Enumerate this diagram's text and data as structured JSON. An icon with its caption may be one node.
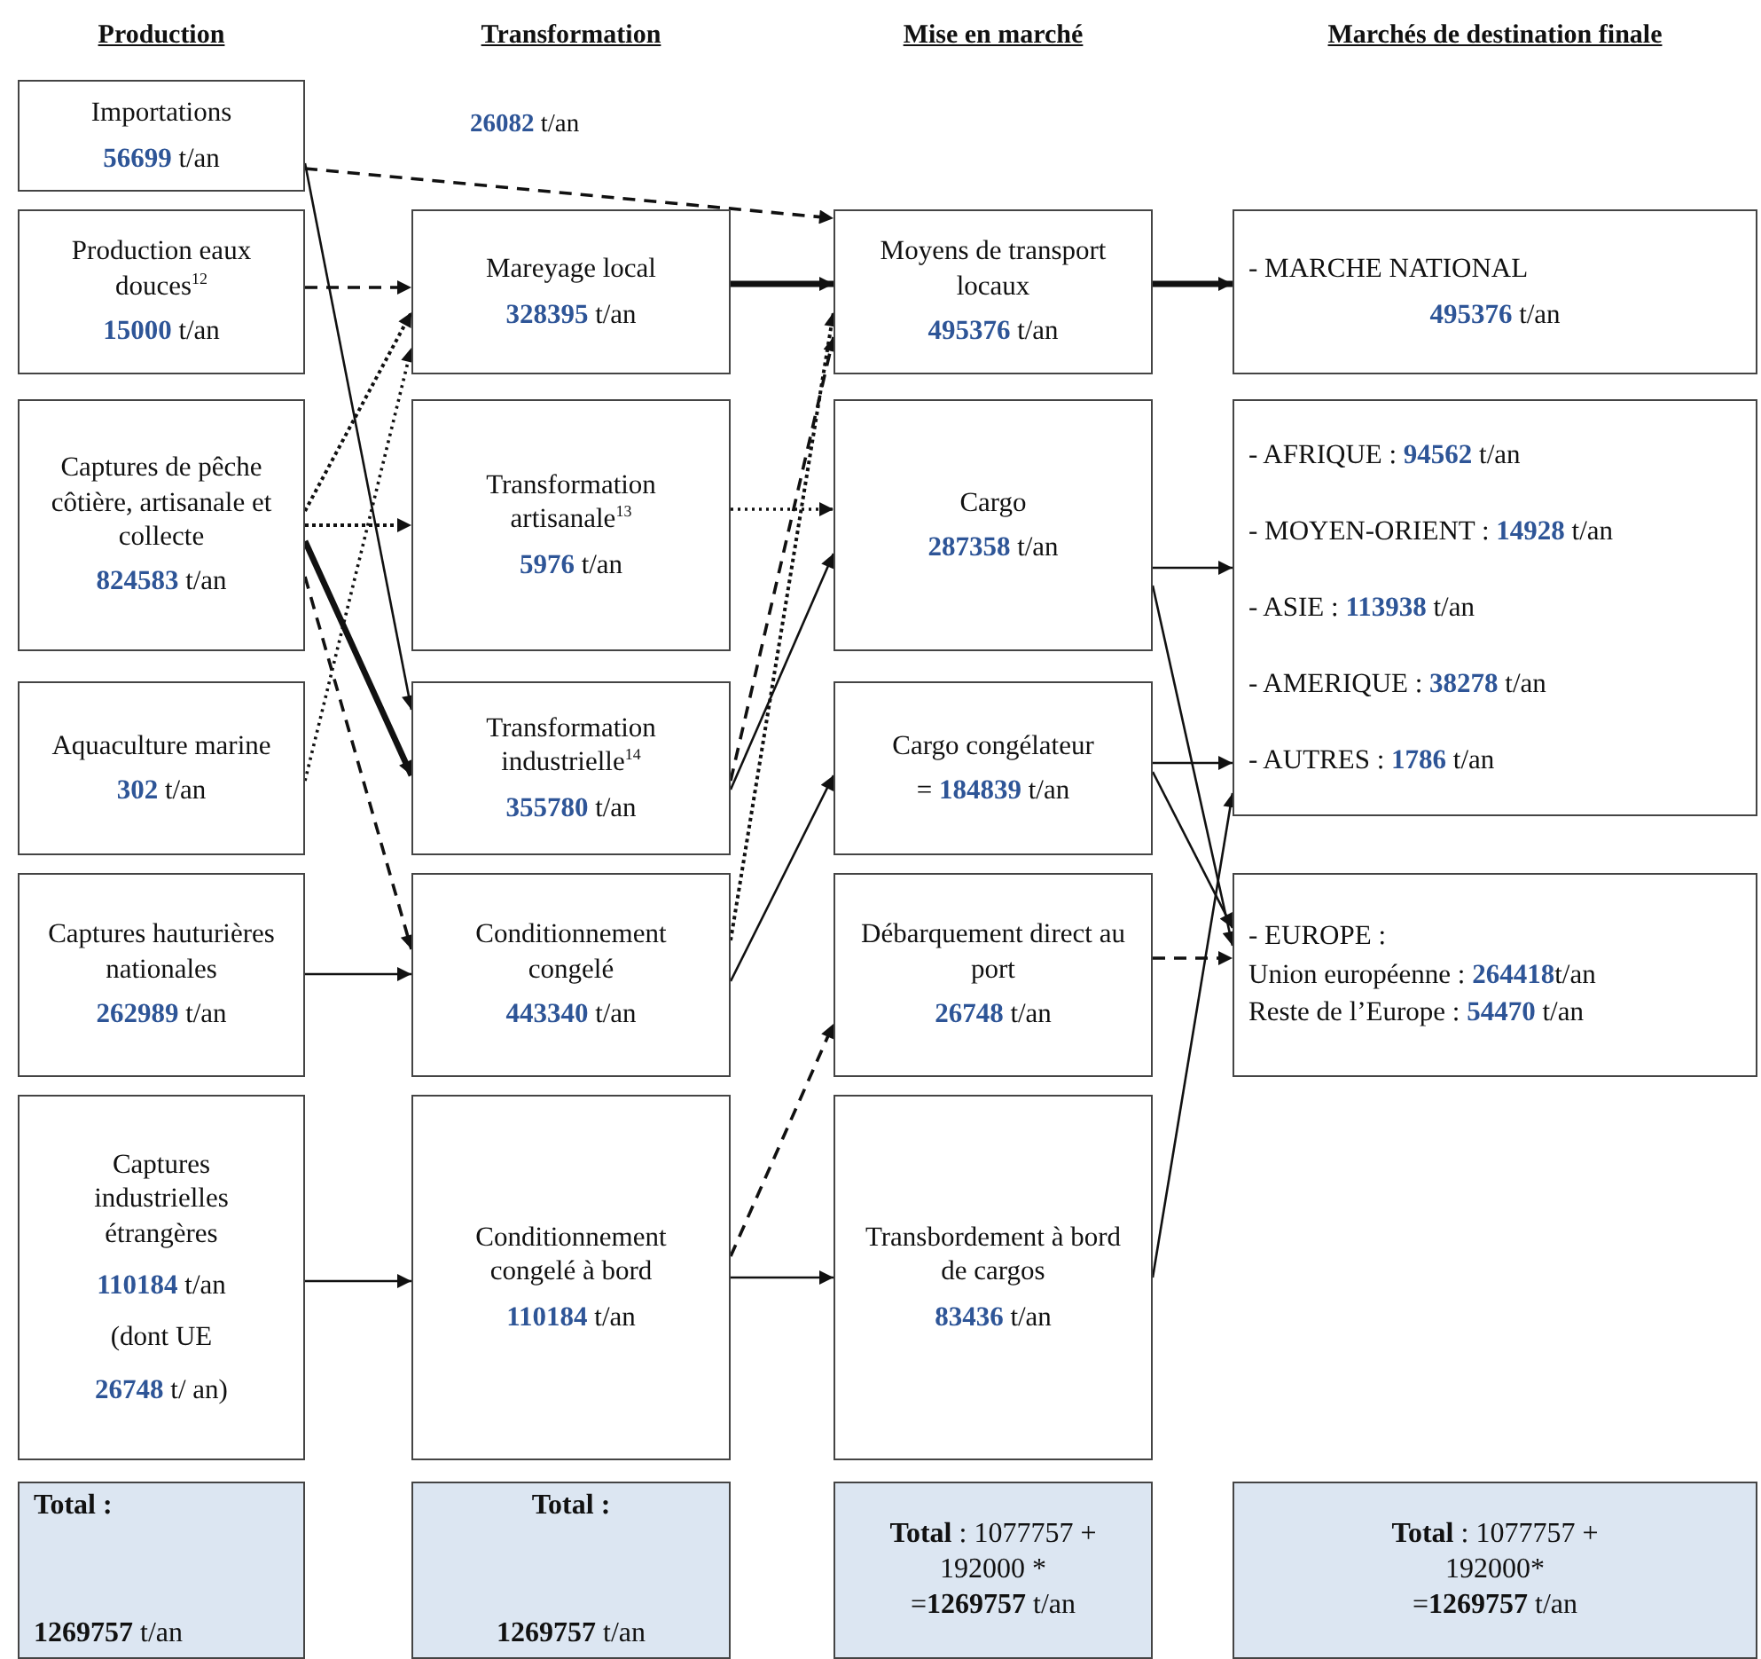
{
  "diagram": {
    "nodes": [
      {
        "text": [
          "Importations",
          "**56699** t/an"
        ]
      },
      {
        "text": [
          "Production eaux douces$^{12}$",
          "**15000** t/an"
        ]
      },
      {
        "text": [
          "Captures de pêche côtière, artisanale et collecte",
          "**824583** t/an"
        ]
      },
      {
        "text": [
          "Aquaculture marine",
          "**302** t/an"
        ]
      },
      {
        "text": [
          "Captures hauturières nationales",
          "**262989** t/an"
        ]
      },
      {
        "text": [
          "Captures industrielles étrangères",
          "**110184** t/an",
          "(dont UE",
          "**26748** t/ an)"
        ]
      },
      {
        "text": [
          "Total :",
          "**1269757** t/an"
        ]
      },
      {
        "text": [
          "Mareyage local",
          "**328395** t/an"
        ]
      },
      {
        "text": [
          "Transformation artisanale$^{13}$",
          "**5976** t/an"
        ]
      },
      {
        "text": [
          "Transformation industrielle$^{14}$",
          "**355780** t/an"
        ]
      },
      {
        "text": [
          "Conditionnement congelé",
          "**443340** t/an"
        ]
      },
      {
        "text": [
          "Conditionnement congelé à bord",
          "**110184** t/an"
        ]
      },
      {
        "text": [
          "Total :",
          "**1269757** t/an"
        ]
      },
      {
        "text": [
          "Moyens de transport locaux",
          "**495376** t/an"
        ]
      },
      {
        "text": [
          "Cargo",
          "**287358** t/an"
        ]
      },
      {
        "text": [
          "Cargo congélateur",
          "= **184839** t/an"
        ]
      },
      {
        "text": [
          "Débarquement direct au port",
          "**26748** t/an"
        ]
      },
      {
        "text": [
          "Transbordement à bord de cargos",
          "**83436** t/an"
        ]
      },
      {
        "text": [
          "**Total** : 1077757 + 192000 * =**1269757** t/an"
        ]
      },
      {
        "text": [
          "- MARCHE NATIONAL",
          "**495376** t/an"
        ]
      },
      {
        "text": [
          "- AFRIQUE : **94562** t/an",
          "- MOYEN-ORIENT : **14928** t/an",
          "- ASIE : **113938** t/an",
          "- AMERIQUE : **38278** t/an",
          "- AUTRES : **1786** t/an"
        ]
      },
      {
        "text": [
          "- EUROPE :",
          "Union européenne : **264418**t/an",
          "Reste de l’Europe : **54470** t/an"
        ]
      },
      {
        "text": [
          "**Total** : 1077757 + 192000* =**1269757** t/an"
        ]
      }
    ],
    "edges": [
      {
        "from": 0,
        "to": 13,
        "arrow": "to",
        "style": "dashed",
        "label": "**26082** t/an"
      },
      {
        "from": 0,
        "to": 9,
        "arrow": "to"
      },
      {
        "from": 1,
        "to": 7,
        "arrow": "to",
        "style": "dashed"
      },
      {
        "from": 2,
        "to": 7,
        "arrow": "to",
        "style": "dashed"
      },
      {
        "from": 2,
        "to": 8,
        "arrow": "to",
        "style": "dashed"
      },
      {
        "from": 2,
        "to": 9,
        "arrow": "to",
        "style": "thick"
      },
      {
        "from": 2,
        "to": 10,
        "arrow": "to",
        "style": "dashed"
      },
      {
        "from": 3,
        "to": 7,
        "arrow": "to",
        "style": "dashed"
      },
      {
        "from": 4,
        "to": 10,
        "arrow": "to"
      },
      {
        "from": 5,
        "to": 11,
        "arrow": "to"
      },
      {
        "from": 7,
        "to": 13,
        "arrow": "to",
        "style": "thick"
      },
      {
        "from": 8,
        "to": 14,
        "arrow": "to",
        "style": "dashed"
      },
      {
        "from": 9,
        "to": 13,
        "arrow": "to",
        "style": "dashed"
      },
      {
        "from": 9,
        "to": 14,
        "arrow": "to"
      },
      {
        "from": 10,
        "to": 13,
        "arrow": "to",
        "style": "dashed"
      },
      {
        "from": 10,
        "to": 15,
        "arrow": "to"
      },
      {
        "from": 11,
        "to": 16,
        "arrow": "to",
        "style": "dashed"
      },
      {
        "from": 11,
        "to": 17,
        "arrow": "to"
      },
      {
        "from": 13,
        "to": 19,
        "arrow": "to",
        "style": "thick"
      },
      {
        "from": 14,
        "to": 20,
        "arrow": "to"
      },
      {
        "from": 14,
        "to": 21,
        "arrow": "to"
      },
      {
        "from": 15,
        "to": 20,
        "arrow": "to"
      },
      {
        "from": 15,
        "to": 21,
        "arrow": "to"
      },
      {
        "from": 16,
        "to": 21,
        "arrow": "to",
        "style": "dashed"
      },
      {
        "from": 17,
        "to": 20,
        "arrow": "to"
      }
    ],
    "labels": [
      "Production",
      "Transformation",
      "Mise en marché",
      "Marchés de destination finale"
    ]
  }
}
